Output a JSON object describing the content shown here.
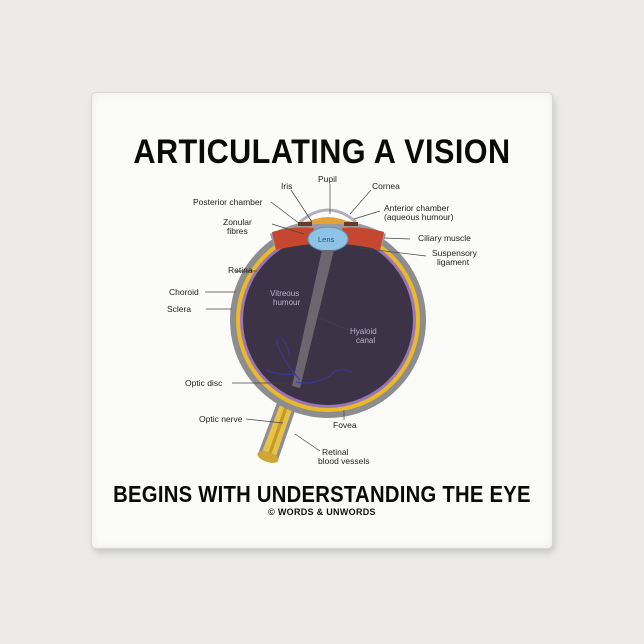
{
  "headline_top": "ARTICULATING A VISION",
  "headline_bottom": "BEGINS WITH UNDERSTANDING THE EYE",
  "copyright": "© WORDS & UNWORDS",
  "labels": {
    "pupil": "Pupil",
    "iris": "Iris",
    "cornea": "Cornea",
    "posterior_chamber": "Posterior chamber",
    "anterior_chamber_1": "Anterior chamber",
    "anterior_chamber_2": "(aqueous humour)",
    "zonular_1": "Zonular",
    "zonular_2": "fibres",
    "lens": "Lens",
    "ciliary_muscle": "Ciliary muscle",
    "suspensory_1": "Suspensory",
    "suspensory_2": "ligament",
    "retina": "Retina",
    "choroid": "Choroid",
    "sclera": "Sclera",
    "vitreous_1": "Vitreous",
    "vitreous_2": "humour",
    "hyaloid_1": "Hyaloid",
    "hyaloid_2": "canal",
    "optic_disc": "Optic disc",
    "optic_nerve": "Optic nerve",
    "fovea": "Fovea",
    "retinal_1": "Retinal",
    "retinal_2": "blood vessels"
  },
  "colors": {
    "vitreous": "#3c3347",
    "sclera": "#8d8d90",
    "choroid": "#e9b92a",
    "retina": "#9a76b5",
    "lens": "#8fc3e6",
    "ciliary": "#c6472f",
    "nerve": "#e7c24a"
  }
}
